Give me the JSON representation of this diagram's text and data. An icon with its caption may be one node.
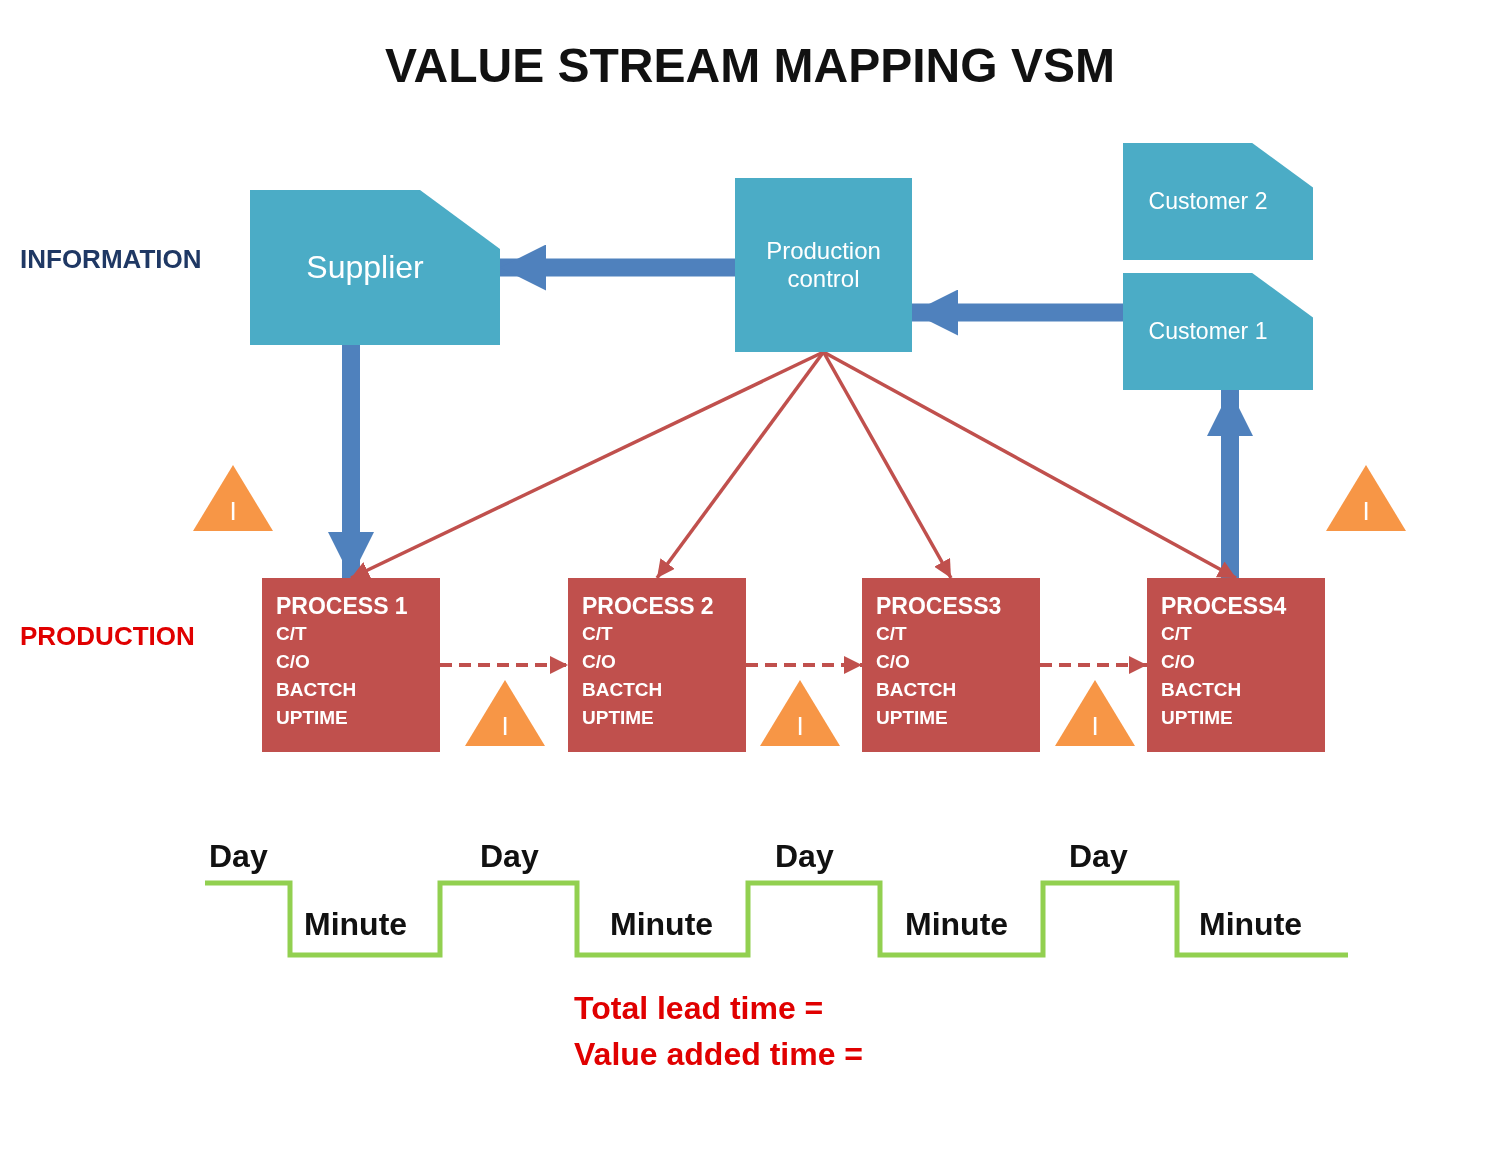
{
  "diagram": {
    "title": "VALUE STREAM MAPPING VSM",
    "nodes": [
      {
        "text": [
          "Supplier"
        ]
      },
      {
        "text": [
          "Production control"
        ]
      },
      {
        "text": [
          "Customer 2"
        ]
      },
      {
        "text": [
          "Customer 1"
        ]
      },
      {
        "text": [
          "PROCESS 1",
          "C/T",
          "C/O",
          "BACTCH",
          "UPTIME"
        ]
      },
      {
        "text": [
          "PROCESS 2",
          "C/T",
          "C/O",
          "BACTCH",
          "UPTIME"
        ]
      },
      {
        "text": [
          "PROCESS3",
          "C/T",
          "C/O",
          "BACTCH",
          "UPTIME"
        ]
      },
      {
        "text": [
          "PROCESS4",
          "C/T",
          "C/O",
          "BACTCH",
          "UPTIME"
        ]
      },
      {
        "text": [
          "I"
        ]
      },
      {
        "text": [
          "I"
        ]
      },
      {
        "text": [
          "I"
        ]
      },
      {
        "text": [
          "I"
        ]
      },
      {
        "text": [
          "I"
        ]
      }
    ],
    "edges": [
      {
        "from": 1,
        "to": 0,
        "arrow": "to",
        "style": "thick",
        "color": "#4f81bd"
      },
      {
        "from": 3,
        "to": 1,
        "arrow": "to",
        "style": "thick",
        "color": "#4f81bd"
      },
      {
        "from": 0,
        "to": 4,
        "arrow": "to",
        "style": "thick",
        "color": "#4f81bd"
      },
      {
        "from": 7,
        "to": 3,
        "arrow": "to",
        "style": "thick",
        "color": "#4f81bd"
      },
      {
        "from": 1,
        "to": 4,
        "arrow": "to"
      },
      {
        "from": 1,
        "to": 5,
        "arrow": "to"
      },
      {
        "from": 1,
        "to": 6,
        "arrow": "to"
      },
      {
        "from": 1,
        "to": 7,
        "arrow": "to"
      },
      {
        "from": 4,
        "to": 5,
        "arrow": "to",
        "style": "dashed"
      },
      {
        "from": 5,
        "to": 6,
        "arrow": "to",
        "style": "dashed"
      },
      {
        "from": 6,
        "to": 7,
        "arrow": "to",
        "style": "dashed"
      }
    ],
    "labels": [
      "INFORMATION",
      "PRODUCTION",
      "Day",
      "Day",
      "Day",
      "Day",
      "Minute",
      "Minute",
      "Minute",
      "Minute",
      "Total lead time =",
      "Value added time ="
    ]
  }
}
